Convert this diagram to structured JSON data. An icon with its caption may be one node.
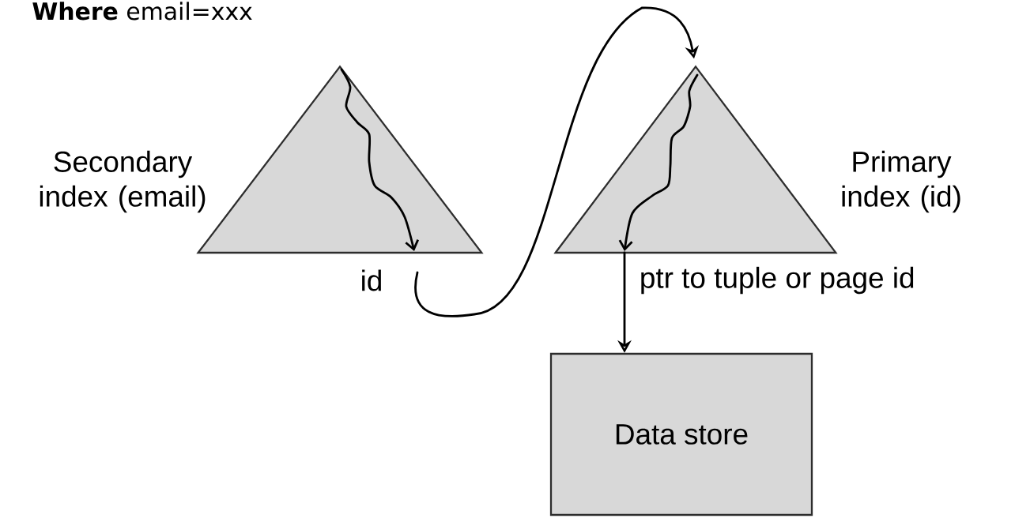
{
  "diagram": {
    "title": "**Where** email=xxx",
    "nodes": [
      {
        "text": [
          "Secondary index (email)"
        ]
      },
      {
        "text": [
          "Primary index (id)"
        ]
      },
      {
        "text": [
          "Data store"
        ]
      }
    ],
    "edges": [
      {
        "from": 0,
        "to": 1,
        "arrow": "to",
        "label": "id"
      },
      {
        "from": 1,
        "to": 2,
        "arrow": "to",
        "label": "ptr to tuple or page id"
      }
    ]
  }
}
